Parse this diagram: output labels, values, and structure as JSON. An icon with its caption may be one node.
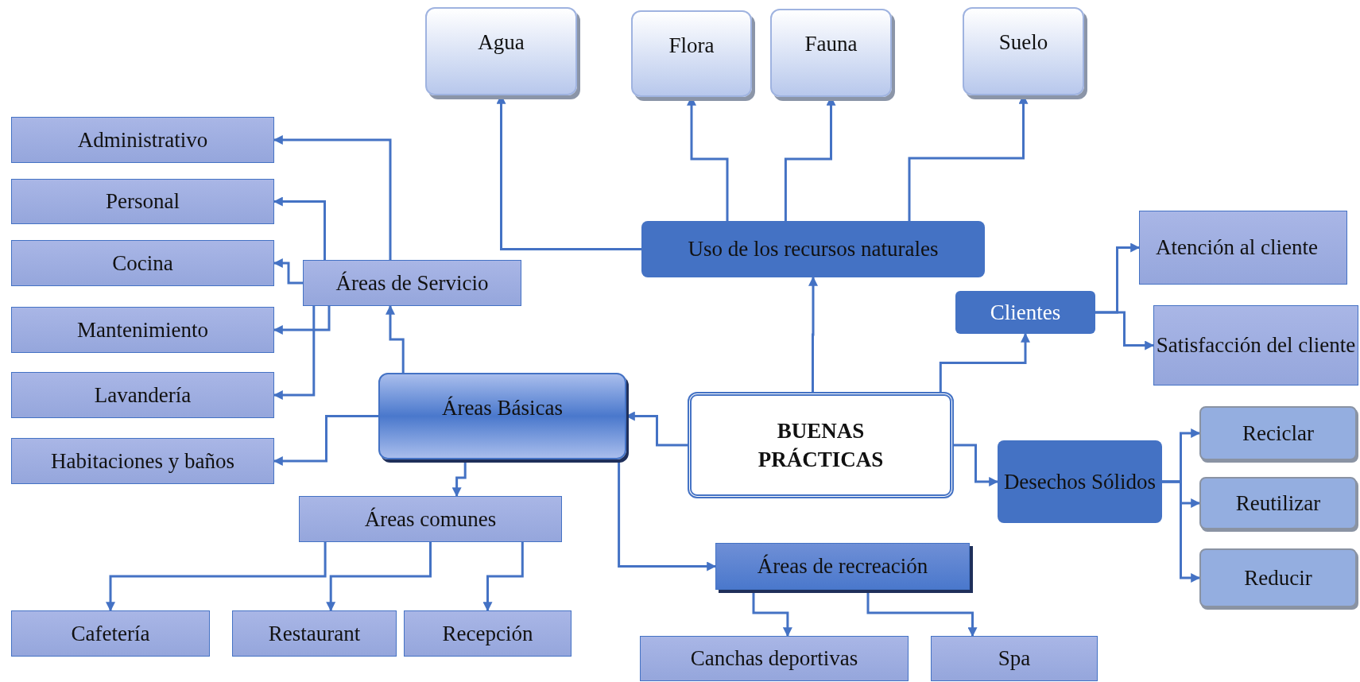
{
  "diagram": {
    "nodes": [
      {
        "text": [
          "Agua"
        ]
      },
      {
        "text": [
          "Flora"
        ]
      },
      {
        "text": [
          "Fauna"
        ]
      },
      {
        "text": [
          "Suelo"
        ]
      },
      {
        "text": [
          "Uso de los recursos naturales"
        ]
      },
      {
        "text": [
          "Administrativo"
        ]
      },
      {
        "text": [
          "Personal"
        ]
      },
      {
        "text": [
          "Cocina"
        ]
      },
      {
        "text": [
          "Áreas de Servicio"
        ]
      },
      {
        "text": [
          "Mantenimiento"
        ]
      },
      {
        "text": [
          "Lavandería"
        ]
      },
      {
        "text": [
          "Áreas Básicas"
        ]
      },
      {
        "text": [
          "BUENAS PRÁCTICAS"
        ]
      },
      {
        "text": [
          "Habitaciones y baños"
        ]
      },
      {
        "text": [
          "Clientes"
        ]
      },
      {
        "text": [
          "Atención al cliente"
        ]
      },
      {
        "text": [
          "Satisfacción del cliente"
        ]
      },
      {
        "text": [
          "Desechos Sólidos"
        ]
      },
      {
        "text": [
          "Reciclar"
        ]
      },
      {
        "text": [
          "Reutilizar"
        ]
      },
      {
        "text": [
          "Reducir"
        ]
      },
      {
        "text": [
          "Áreas comunes"
        ]
      },
      {
        "text": [
          "Cafetería"
        ]
      },
      {
        "text": [
          "Restaurant"
        ]
      },
      {
        "text": [
          "Recepción"
        ]
      },
      {
        "text": [
          "Áreas de recreación"
        ]
      },
      {
        "text": [
          "Canchas deportivas"
        ]
      },
      {
        "text": [
          "Spa"
        ]
      }
    ],
    "edges": [
      {
        "from": 4,
        "to": 0,
        "arrow": "to"
      },
      {
        "from": 4,
        "to": 1,
        "arrow": "to"
      },
      {
        "from": 4,
        "to": 2,
        "arrow": "to"
      },
      {
        "from": 4,
        "to": 3,
        "arrow": "to"
      },
      {
        "from": 12,
        "to": 4,
        "arrow": "to"
      },
      {
        "from": 12,
        "to": 11,
        "arrow": "to"
      },
      {
        "from": 12,
        "to": 14,
        "arrow": "to"
      },
      {
        "from": 12,
        "to": 17,
        "arrow": "to"
      },
      {
        "from": 11,
        "to": 8,
        "arrow": "to"
      },
      {
        "from": 8,
        "to": 5,
        "arrow": "to"
      },
      {
        "from": 8,
        "to": 6,
        "arrow": "to"
      },
      {
        "from": 8,
        "to": 7,
        "arrow": "to"
      },
      {
        "from": 8,
        "to": 9,
        "arrow": "to"
      },
      {
        "from": 8,
        "to": 10,
        "arrow": "to"
      },
      {
        "from": 11,
        "to": 13,
        "arrow": "to"
      },
      {
        "from": 11,
        "to": 21,
        "arrow": "to"
      },
      {
        "from": 11,
        "to": 25,
        "arrow": "to"
      },
      {
        "from": 21,
        "to": 22,
        "arrow": "to"
      },
      {
        "from": 21,
        "to": 23,
        "arrow": "to"
      },
      {
        "from": 21,
        "to": 24,
        "arrow": "to"
      },
      {
        "from": 25,
        "to": 26,
        "arrow": "to"
      },
      {
        "from": 25,
        "to": 27,
        "arrow": "to"
      },
      {
        "from": 14,
        "to": 15,
        "arrow": "to"
      },
      {
        "from": 14,
        "to": 16,
        "arrow": "to"
      },
      {
        "from": 17,
        "to": 18,
        "arrow": "to"
      },
      {
        "from": 17,
        "to": 19,
        "arrow": "to"
      },
      {
        "from": 17,
        "to": 20,
        "arrow": "to"
      }
    ]
  }
}
